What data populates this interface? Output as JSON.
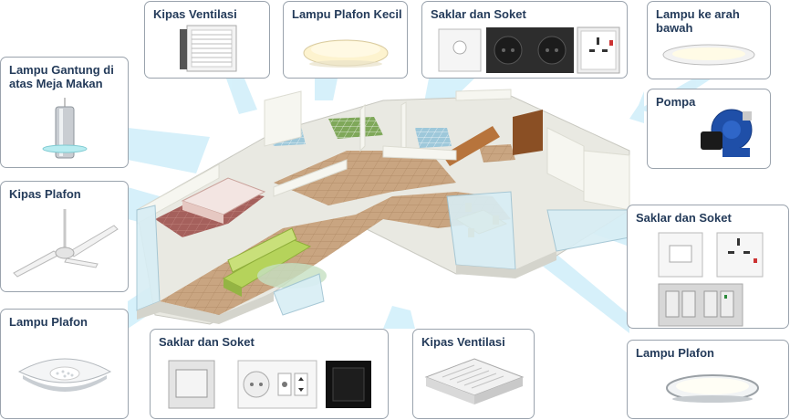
{
  "cards": {
    "kipas_ventilasi_top": "Kipas Ventilasi",
    "lampu_plafon_kecil": "Lampu Plafon Kecil",
    "saklar_soket_top": "Saklar dan Soket",
    "lampu_ke_arah_bawah": "Lampu ke arah bawah",
    "lampu_gantung": "Lampu Gantung di atas Meja Makan",
    "pompa": "Pompa",
    "kipas_plafon": "Kipas Plafon",
    "saklar_soket_right": "Saklar dan Soket",
    "lampu_plafon_left": "Lampu Plafon",
    "saklar_soket_bottom": "Saklar dan Soket",
    "kipas_ventilasi_bottom": "Kipas Ventilasi",
    "lampu_plafon_right": "Lampu Plafon"
  },
  "colors": {
    "title": "#243b5a",
    "card_border": "#9aa3ad",
    "beam": "#cfeefa",
    "floor_tile": "#c7a27e",
    "wall": "#f4f4ee",
    "sofa": "#b5d35b"
  }
}
